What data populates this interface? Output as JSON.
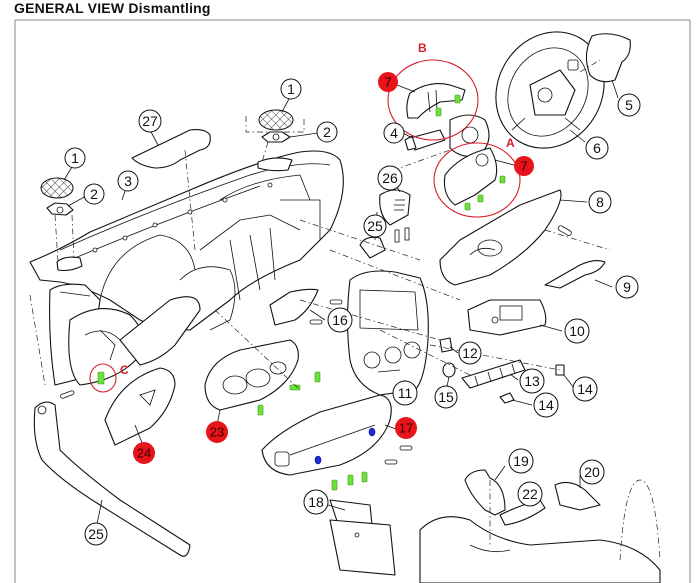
{
  "header": {
    "title_bold": "GENERAL VIEW",
    "title_rest": "Dismantling"
  },
  "callouts": [
    {
      "id": "c1a",
      "label": "1"
    },
    {
      "id": "c1b",
      "label": "1"
    },
    {
      "id": "c2a",
      "label": "2"
    },
    {
      "id": "c2b",
      "label": "2"
    },
    {
      "id": "c3",
      "label": "3"
    },
    {
      "id": "c4",
      "label": "4"
    },
    {
      "id": "c5",
      "label": "5"
    },
    {
      "id": "c6",
      "label": "6"
    },
    {
      "id": "c8",
      "label": "8"
    },
    {
      "id": "c9",
      "label": "9"
    },
    {
      "id": "c10",
      "label": "10"
    },
    {
      "id": "c11",
      "label": "11"
    },
    {
      "id": "c12",
      "label": "12"
    },
    {
      "id": "c13",
      "label": "13"
    },
    {
      "id": "c14a",
      "label": "14"
    },
    {
      "id": "c14b",
      "label": "14"
    },
    {
      "id": "c15",
      "label": "15"
    },
    {
      "id": "c16",
      "label": "16"
    },
    {
      "id": "c18",
      "label": "18"
    },
    {
      "id": "c19",
      "label": "19"
    },
    {
      "id": "c20",
      "label": "20"
    },
    {
      "id": "c22",
      "label": "22"
    },
    {
      "id": "c25a",
      "label": "25"
    },
    {
      "id": "c25b",
      "label": "25"
    },
    {
      "id": "c26",
      "label": "26"
    },
    {
      "id": "c27",
      "label": "27"
    }
  ],
  "highlights": [
    {
      "id": "h7b",
      "label": "7"
    },
    {
      "id": "h7a",
      "label": "7"
    },
    {
      "id": "h23",
      "label": "23"
    },
    {
      "id": "h24",
      "label": "24"
    },
    {
      "id": "h17",
      "label": "17"
    }
  ],
  "detail_rings": [
    {
      "id": "ringA",
      "letter": "A"
    },
    {
      "id": "ringB",
      "letter": "B"
    },
    {
      "id": "ringC",
      "letter": "C"
    }
  ],
  "colors": {
    "highlight_red": "#e8141c",
    "ring_red": "#d4202a",
    "screw_green": "#6fe03a",
    "clip_blue": "#1a2cd8"
  }
}
